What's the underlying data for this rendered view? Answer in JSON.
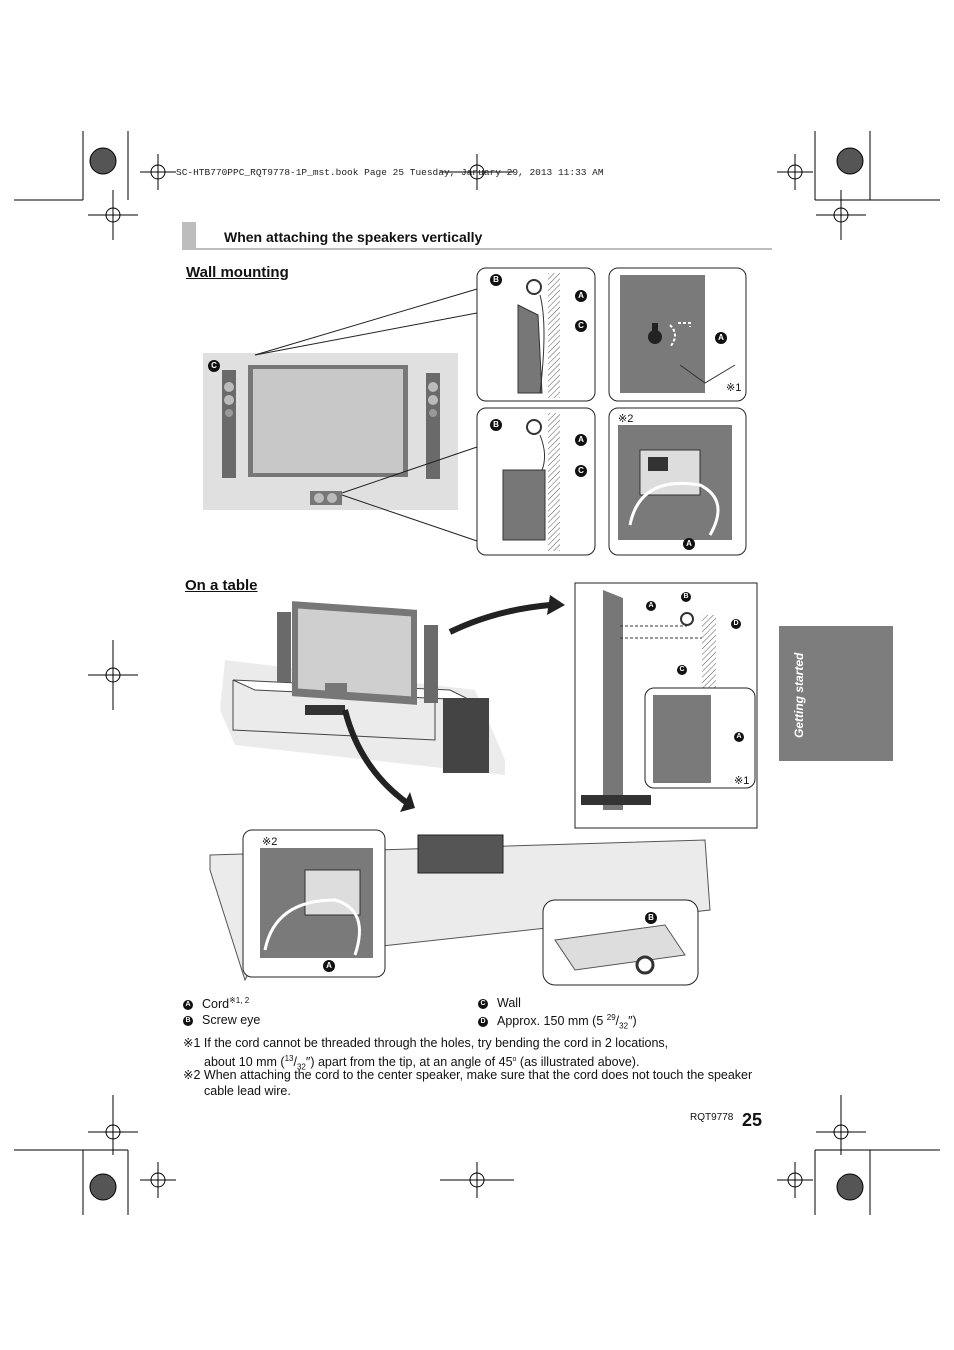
{
  "page": {
    "header_line": "SC-HTB770PPC_RQT9778-1P_mst.book  Page 25  Tuesday, January 29, 2013  11:33 AM",
    "section_title": "When attaching the speakers vertically",
    "sub_wall": "Wall mounting",
    "sub_table": "On a table",
    "side_tab": "Getting started",
    "model_code": "RQT9778",
    "page_number": "25"
  },
  "figure_labels": {
    "A": "A",
    "B": "B",
    "C": "C",
    "D": "D",
    "note1": "※1",
    "note2": "※2"
  },
  "legend": {
    "a_text": "Cord",
    "a_sup": "※1, 2",
    "b_text": "Screw eye",
    "c_text": "Wall",
    "d_text": "Approx. 150 mm (5 ",
    "d_frac_num": "29",
    "d_frac_den": "32",
    "d_tail": "″)"
  },
  "notes": {
    "n1_mark": "※1",
    "n1_line1": "If the cord cannot be threaded through the holes, try bending the cord in 2 locations,",
    "n1_line2_a": "about 10 mm (",
    "n1_frac_num": "13",
    "n1_frac_den": "32",
    "n1_line2_b": "″) apart from the tip, at an angle of 45",
    "n1_deg": "o",
    "n1_line2_c": " (as illustrated above).",
    "n2_mark": "※2",
    "n2_line1": "When attaching the cord to the center speaker, make sure that the cord does not touch the speaker",
    "n2_line2": "cable lead wire."
  }
}
